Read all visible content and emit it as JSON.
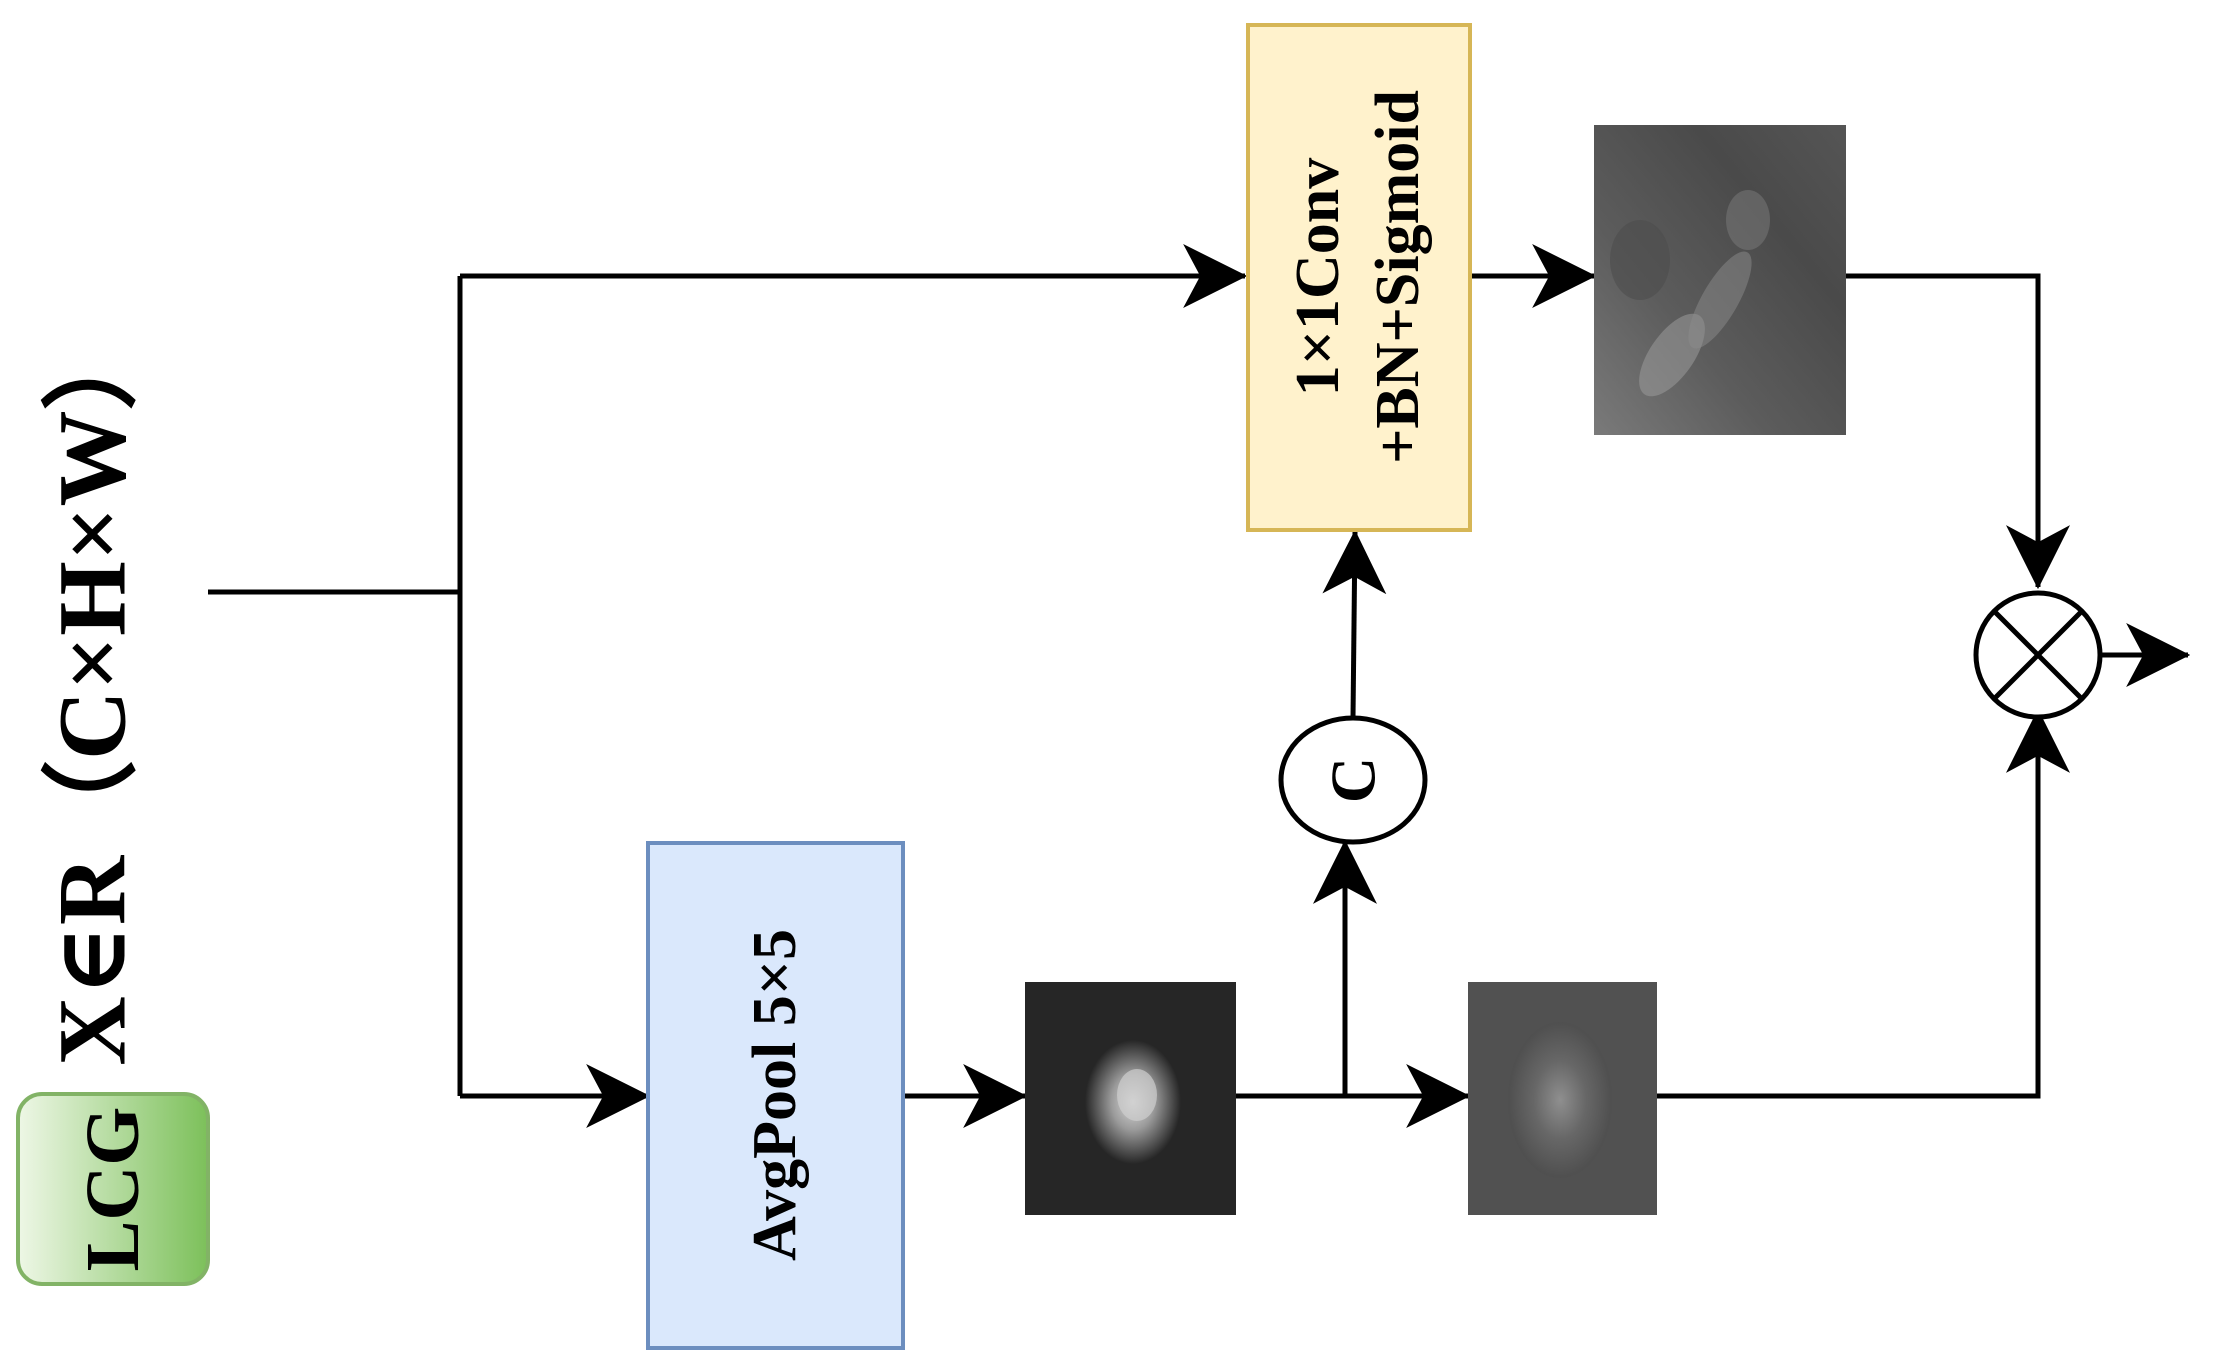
{
  "lcg_label": "LCG",
  "input_label": "X∈R（C×H×W）",
  "avgpool_label": "AvgPool 5×5",
  "conv_label_line1": "1×1Conv",
  "conv_label_line2": "+BN+Sigmoid",
  "concat_label": "C",
  "multiply_symbol": "⊗",
  "colors": {
    "lcg_fill": "#a8d88f",
    "lcg_border": "#82b366",
    "avgpool_fill": "#dae8fc",
    "avgpool_border": "#6c8ebf",
    "conv_fill": "#fff2cc",
    "conv_border": "#d6b656",
    "line": "#000000"
  }
}
